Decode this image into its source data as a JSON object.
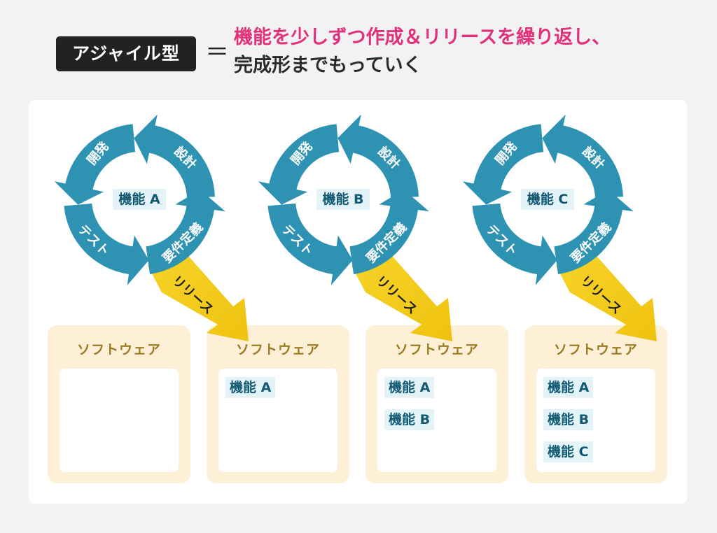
{
  "header": {
    "badge": "アジャイル型",
    "equals": "＝",
    "line1": "機能を少しずつ作成＆リリースを繰り返し、",
    "line2": "完成形までもっていく"
  },
  "cycles": [
    {
      "center": "機能 A",
      "dev": "開発",
      "design": "設計",
      "test": "テスト",
      "req": "要件定義",
      "release": "リリース"
    },
    {
      "center": "機能 B",
      "dev": "開発",
      "design": "設計",
      "test": "テスト",
      "req": "要件定義",
      "release": "リリース"
    },
    {
      "center": "機能 C",
      "dev": "開発",
      "design": "設計",
      "test": "テスト",
      "req": "要件定義",
      "release": "リリース"
    }
  ],
  "software": [
    {
      "title": "ソフトウェア",
      "items": []
    },
    {
      "title": "ソフトウェア",
      "items": [
        "機能 A"
      ]
    },
    {
      "title": "ソフトウェア",
      "items": [
        "機能 A",
        "機能 B"
      ]
    },
    {
      "title": "ソフトウェア",
      "items": [
        "機能 A",
        "機能 B",
        "機能 C"
      ]
    }
  ],
  "colors": {
    "cycle_blue": "#2e93b3",
    "release_yellow": "#f3cc1b",
    "accent_pink": "#e0317a",
    "software_bg": "#fdf0d6"
  }
}
